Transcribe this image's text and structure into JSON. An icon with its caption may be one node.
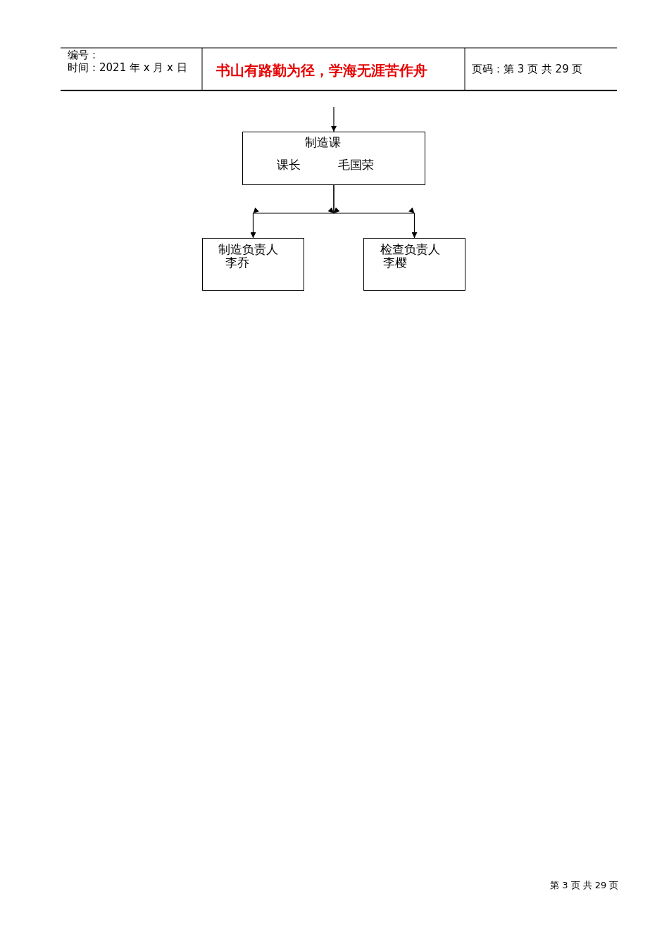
{
  "diagram": {
    "nodes": [
      {
        "text": [
          "制造课",
          "课长",
          "毛国荣"
        ]
      },
      {
        "text": [
          "制造负责人",
          "李乔"
        ]
      },
      {
        "text": [
          "检查负责人",
          "李樱"
        ]
      }
    ],
    "edges": [
      {
        "from": null,
        "to": 0,
        "arrow": "to"
      },
      {
        "from": 0,
        "to": 1,
        "arrow": "to"
      },
      {
        "from": 0,
        "to": 2,
        "arrow": "to"
      }
    ],
    "labels": [
      "编号：",
      "时间：2021 年 x 月 x 日",
      "书山有路勤为径，学海无涯苦作舟",
      "页码：第 3 页 共 29 页",
      "第 3 页 共 29 页"
    ]
  }
}
